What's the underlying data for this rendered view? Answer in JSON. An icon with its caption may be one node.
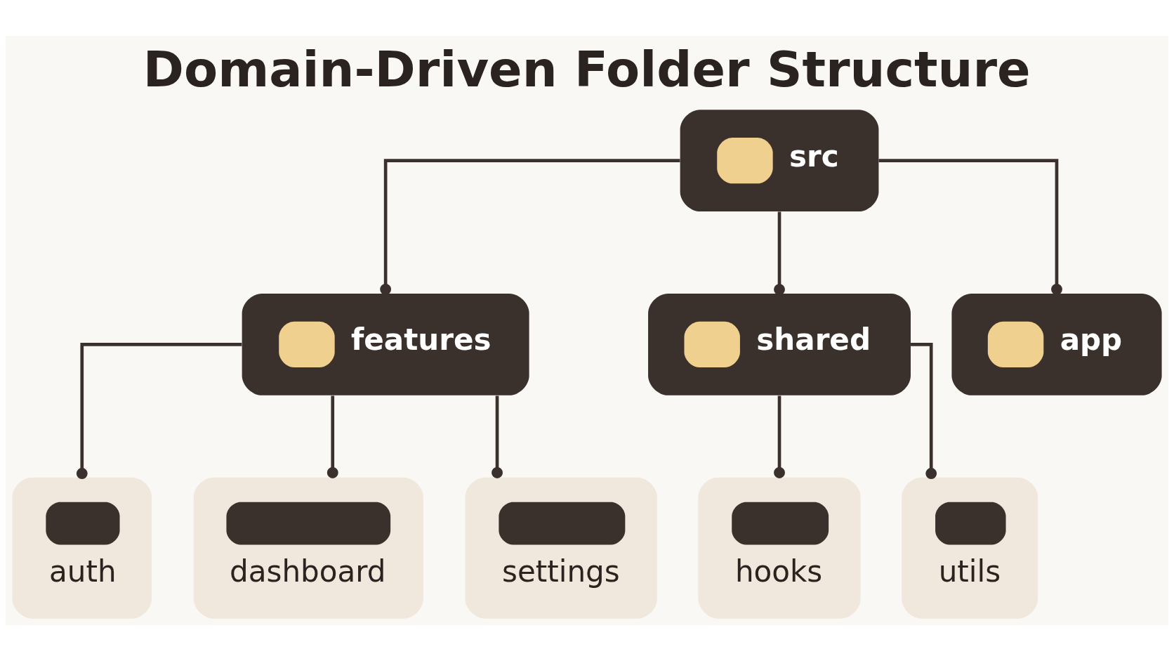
{
  "diagram": {
    "title": "Domain-Driven Folder Structure",
    "nodes": [
      {
        "text": [
          "src"
        ]
      },
      {
        "text": [
          "features"
        ]
      },
      {
        "text": [
          "shared"
        ]
      },
      {
        "text": [
          "app"
        ]
      },
      {
        "text": [
          "auth"
        ]
      },
      {
        "text": [
          "dashboard"
        ]
      },
      {
        "text": [
          "settings"
        ]
      },
      {
        "text": [
          "hooks"
        ]
      },
      {
        "text": [
          "utils"
        ]
      }
    ],
    "edges": [
      {
        "from": 0,
        "to": 1,
        "arrow": "other"
      },
      {
        "from": 0,
        "to": 2,
        "arrow": "other"
      },
      {
        "from": 0,
        "to": 3,
        "arrow": "other"
      },
      {
        "from": 1,
        "to": 4,
        "arrow": "other"
      },
      {
        "from": 1,
        "to": 5,
        "arrow": "other"
      },
      {
        "from": 1,
        "to": 6,
        "arrow": "other"
      },
      {
        "from": 2,
        "to": 7,
        "arrow": "other"
      },
      {
        "from": 2,
        "to": 8,
        "arrow": "other"
      }
    ]
  }
}
